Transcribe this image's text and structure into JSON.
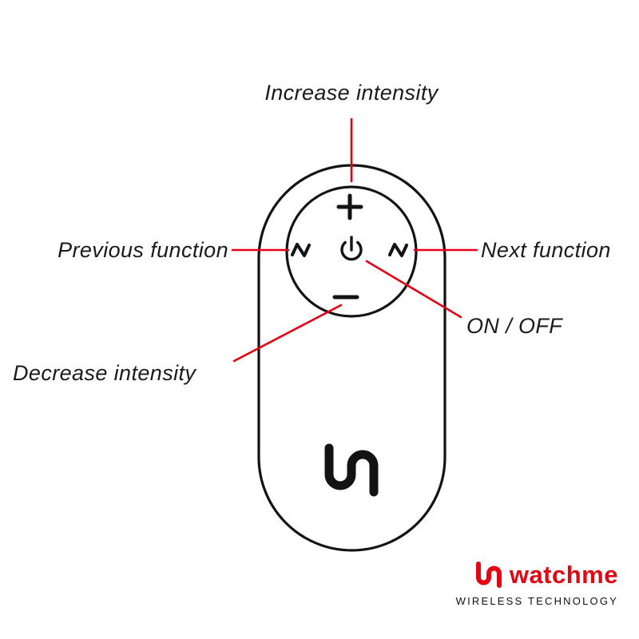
{
  "annotations": {
    "increase_intensity": "Increase intensity",
    "previous_function": "Previous function",
    "next_function": "Next function",
    "on_off": "ON / OFF",
    "decrease_intensity": "Decrease intensity"
  },
  "device": {
    "icons": {
      "increase": "plus-icon",
      "decrease": "minus-icon",
      "power": "power-icon",
      "previous": "wave-left-icon",
      "next": "wave-right-icon",
      "logo": "watchme-logo-mark"
    }
  },
  "colors": {
    "callout_red": "#e60012",
    "device_stroke": "#131313",
    "brand_red": "#e30613",
    "label_text": "#1b1b1b"
  },
  "brand": {
    "name": "watchme",
    "tagline": "WIRELESS TECHNOLOGY"
  }
}
